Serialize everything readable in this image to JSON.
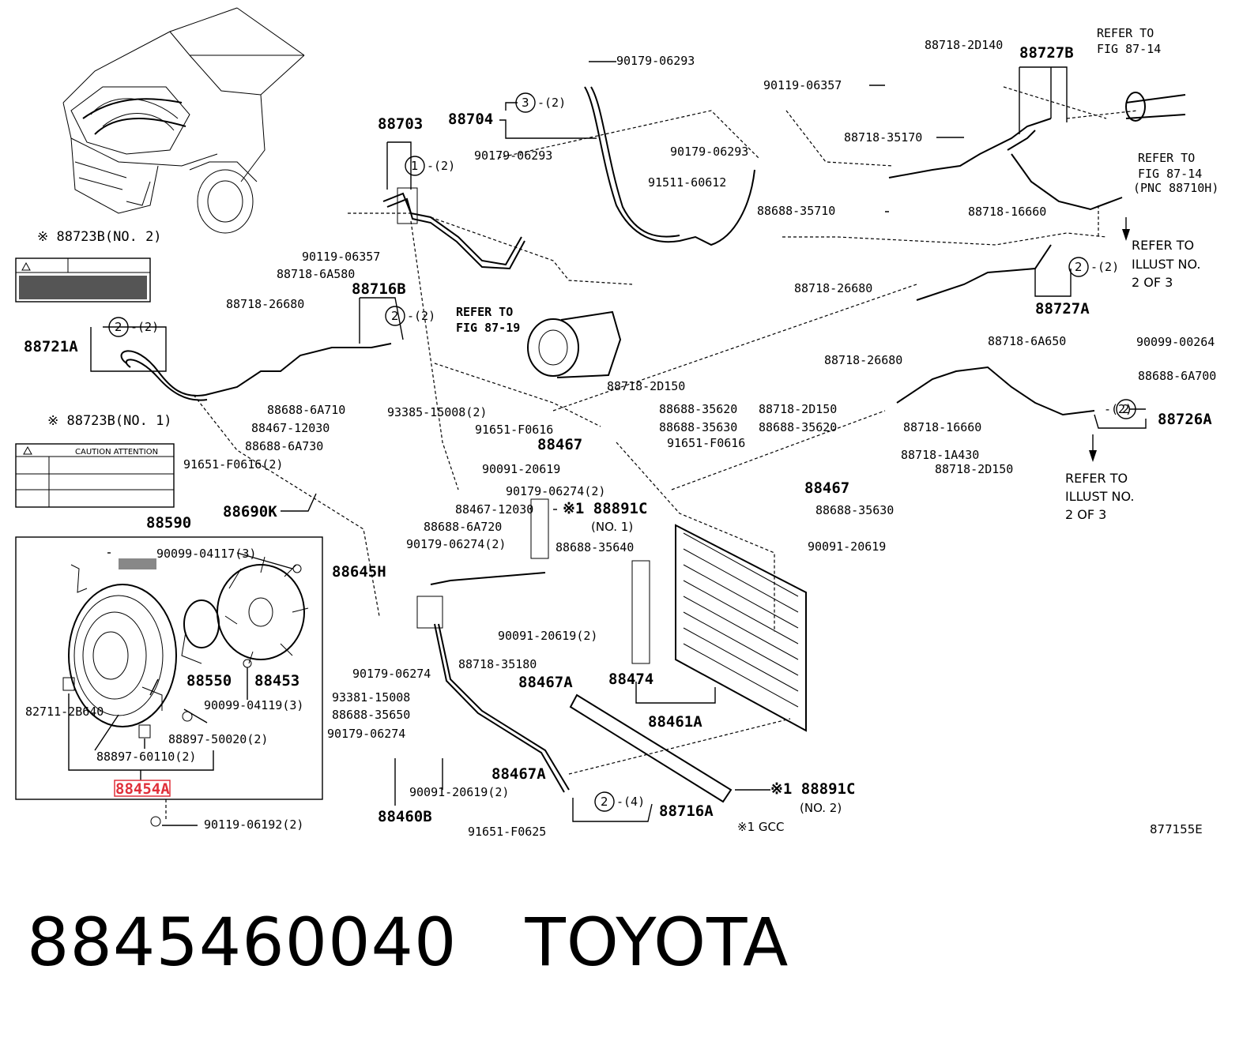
{
  "labels": {
    "l88703": "88703",
    "l88704": "88704",
    "l90179_06293_a": "90179-06293",
    "l90179_06293_b": "90179-06293",
    "l90179_06293_c": "90179-06293",
    "l90119_06357_a": "90119-06357",
    "l90119_06357_b": "90119-06357",
    "l88718_2D140": "88718-2D140",
    "l88727B": "88727B",
    "lRefer1": "REFER TO",
    "lFig1": "FIG 87-14",
    "lRefer2": "REFER TO",
    "lFig2": "FIG 87-14",
    "lPnc": "(PNC 88710H)",
    "l88718_35170": "88718-35170",
    "l91511_60612": "91511-60612",
    "l88688_35710": "88688-35710",
    "l88718_16660_a": "88718-16660",
    "lReferIllust1": "REFER TO",
    "lIllust1": "ILLUST NO.",
    "l2of3_1": "2 OF 3",
    "l88718_26680_a": "88718-26680",
    "l88727A": "88727A",
    "l88723B_2": "※ 88723B(NO. 2)",
    "l88718_6A580": "88718-6A580",
    "l88716B": "88716B",
    "l88718_26680_b": "88718-26680",
    "lReferFig19": "REFER TO",
    "lFig19": "FIG 87-19",
    "l88721A": "88721A",
    "l88718_6A650": "88718-6A650",
    "l90099_00264": "90099-00264",
    "l88718_26680_c": "88718-26680",
    "l88688_6A700": "88688-6A700",
    "l88718_2D150_a": "88718-2D150",
    "l88688_35620_a": "88688-35620",
    "l88718_2D150_b": "88718-2D150",
    "l88726A": "88726A",
    "l88723B_1": "※ 88723B(NO. 1)",
    "l88688_6A710": "88688-6A710",
    "l93385_15008": "93385-15008(2)",
    "l91651_F0616_a": "91651-F0616",
    "l88688_35630_a": "88688-35630",
    "l88688_35620_b": "88688-35620",
    "l88718_16660_b": "88718-16660",
    "l88467_12030_a": "88467-12030",
    "l88467_a": "88467",
    "l91651_F0616_b": "91651-F0616",
    "l88718_1A430": "88718-1A430",
    "l88688_6A730": "88688-6A730",
    "l90091_20619_a": "90091-20619",
    "l88718_2D150_c": "88718-2D150",
    "lReferIllust2": "REFER TO",
    "lIllust2": "ILLUST NO.",
    "l2of3_2": "2 OF 3",
    "l91651_F0616_2": "91651-F0616(2)",
    "l90179_06274_2a": "90179-06274(2)",
    "l88467_b": "88467",
    "l88690K": "88690K",
    "l88467_12030_b": "88467-12030",
    "l88891C_1": "※1 88891C",
    "l88891C_1n": "(NO. 1)",
    "l88688_35630_b": "88688-35630",
    "l88590": "88590",
    "l88688_6A720": "88688-6A720",
    "l90179_06274_2b": "90179-06274(2)",
    "l90091_20619_b": "90091-20619",
    "l90099_04117": "90099-04117(3)",
    "l88688_35640": "88688-35640",
    "l88645H": "88645H",
    "l88550": "88550",
    "l88453": "88453",
    "l90091_20619_2a": "90091-20619(2)",
    "l88718_35180": "88718-35180",
    "l90179_06274_a": "90179-06274",
    "l88467A_a": "88467A",
    "l88474": "88474",
    "l90099_04119": "90099-04119(3)",
    "l82711_2B640": "82711-2B640",
    "l93381_15008": "93381-15008",
    "l88461A": "88461A",
    "l88688_35650": "88688-35650",
    "l88897_50020": "88897-50020(2)",
    "l90179_06274_b": "90179-06274",
    "l88897_60110": "88897-60110(2)",
    "l88467A_b": "88467A",
    "l88454A": "88454A",
    "l90091_20619_2b": "90091-20619(2)",
    "l88891C_2": "※1 88891C",
    "l88891C_2n": "(NO. 2)",
    "l88460B": "88460B",
    "l88716A": "88716A",
    "l90119_06192": "90119-06192(2)",
    "l91651_F0625": "91651-F0625",
    "lGcc": "※1 GCC",
    "lFigNo": "877155E",
    "c2_1": "-(2)",
    "c2_2": "-(2)",
    "c2_3": "-(2)",
    "c2_4": "-(2)",
    "c2_5": "-(2)",
    "c2_6": "-(2)",
    "c4": "-(4)",
    "n1": "1",
    "n2a": "2",
    "n2b": "2",
    "n2c": "2",
    "n2d": "2",
    "n2e": "2",
    "n3": "3",
    "caution": "CAUTION  ATTENTION"
  },
  "caption": {
    "part_number": "8845460040",
    "brand": "TOYOTA"
  },
  "highlight": {
    "part": "88454A",
    "color": "#e0303a"
  }
}
